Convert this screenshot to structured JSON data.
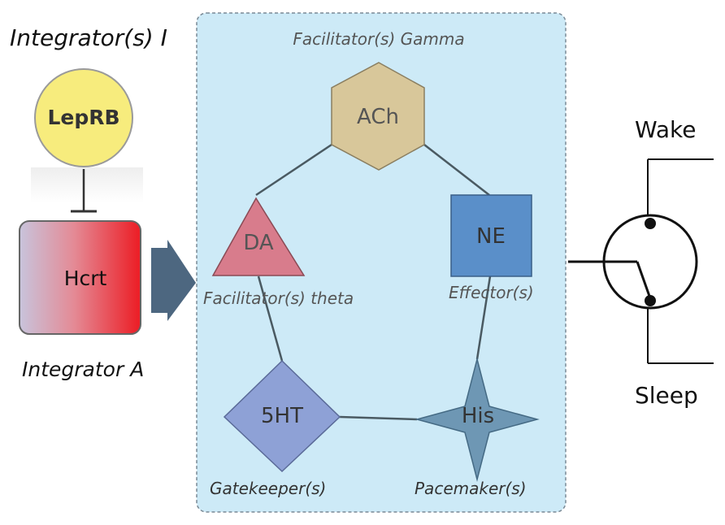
{
  "integrators": {
    "title_i": "Integrator(s) I",
    "leprb": "LepRB",
    "hcrt": "Hcrt",
    "title_a": "Integrator A"
  },
  "network": {
    "gamma_label": "Facilitator(s) Gamma",
    "theta_label": "Facilitator(s) theta",
    "effector_label": "Effector(s)",
    "gatekeeper_label": "Gatekeeper(s)",
    "pacemaker_label": "Pacemaker(s)",
    "nodes": {
      "ach": "ACh",
      "da": "DA",
      "ne": "NE",
      "fivehtt": "5HT",
      "his": "His"
    }
  },
  "switch": {
    "wake": "Wake",
    "sleep": "Sleep"
  },
  "colors": {
    "leprb_fill": "#f7ec7d",
    "hcrt_left": "#c3bfd9",
    "hcrt_right": "#ec1c24",
    "panel_bg": "#cdeaf7",
    "ach": "#d8c79a",
    "da": "#d87c8c",
    "ne": "#5a8fc9",
    "fivehtt": "#8ea1d6",
    "his": "#6e97b4",
    "arrow": "#4d6780"
  }
}
